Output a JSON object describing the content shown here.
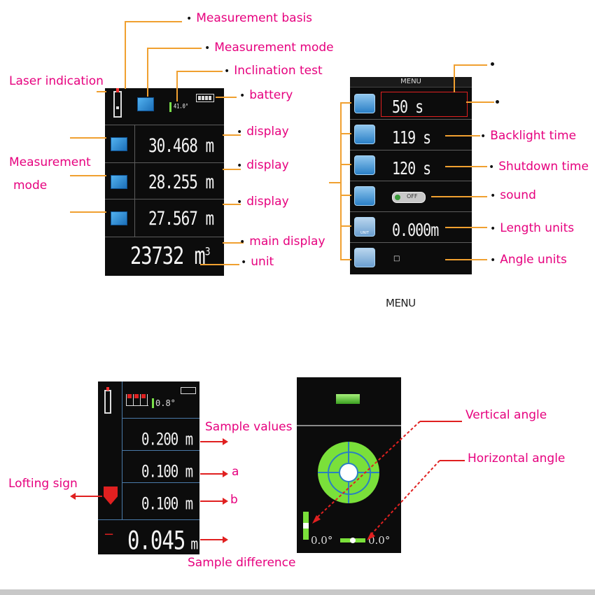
{
  "panel1": {
    "labels": {
      "measurement_basis": "Measurement basis",
      "measurement_mode_top": "Measurement mode",
      "inclination_test": "Inclination test",
      "laser_indication": "Laser indication",
      "battery": "battery",
      "measurement_mode_left_1": "Measurement",
      "measurement_mode_left_2": "mode",
      "display_1": "display",
      "display_2": "display",
      "display_3": "display",
      "main_display": "main display",
      "unit": "unit"
    },
    "screen": {
      "incline": "41.0°",
      "row1": "30.468 m",
      "row2": "28.255 m",
      "row3": "27.567 m",
      "main_value": "23732 m",
      "main_sup": "3"
    }
  },
  "panel2": {
    "caption": "MENU",
    "screen": {
      "title": "MENU",
      "row1": "50 s",
      "row2": "119 s",
      "row3": "120 s",
      "toggle": "OFF",
      "row5": "0.000m",
      "row6": "□",
      "unit_icon_text": "UNIT"
    },
    "labels": {
      "backlight": "Backlight time",
      "shutdown": "Shutdown time",
      "sound": "sound",
      "length": "Length units",
      "angle": "Angle units"
    }
  },
  "panel3": {
    "screen": {
      "incline": "0.8°",
      "row1": "0.200",
      "row2": "0.100",
      "row3": "0.100",
      "main": "0.045",
      "unit": "m",
      "minus": "−"
    },
    "labels": {
      "sample_values": "Sample values",
      "a": "a",
      "b": "b",
      "lofting": "Lofting sign",
      "sample_difference": "Sample difference"
    }
  },
  "panel4": {
    "screen": {
      "vertical_reading": "0.0°",
      "horizontal_reading": "0.0°"
    },
    "labels": {
      "vertical_angle": "Vertical angle",
      "horizontal_angle": "Horizontal angle"
    }
  },
  "colors": {
    "label": "#e6007e",
    "leader_gold": "#f0a030",
    "leader_red": "#e02020",
    "screen_bg": "#0c0c0c",
    "level_green": "#78e03a"
  }
}
